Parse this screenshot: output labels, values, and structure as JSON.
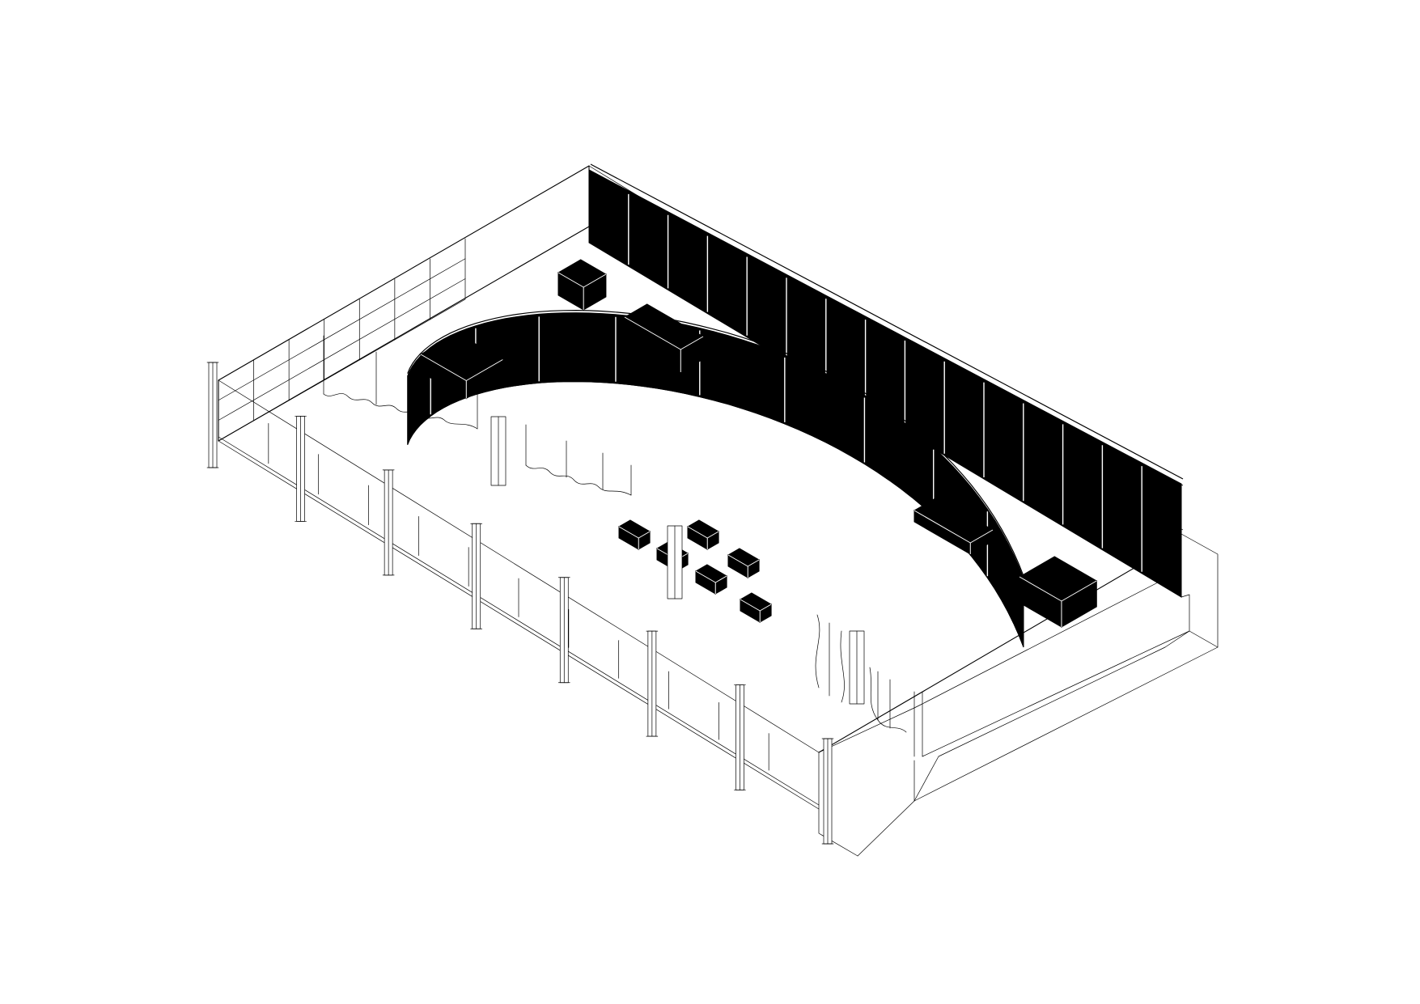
{
  "colors": {
    "background": "#ffffff",
    "line": "#000000",
    "solid_fill": "#000000",
    "light_fill": "#ffffff"
  },
  "drawing": {
    "parts": [
      "floor-slab",
      "back-wall-black-panels",
      "curved-black-partition",
      "left-end-window-grid",
      "front-glazed-facade",
      "front-columns",
      "curtains",
      "exterior-ramp",
      "display-blocks",
      "display-cases",
      "interior-columns"
    ]
  }
}
